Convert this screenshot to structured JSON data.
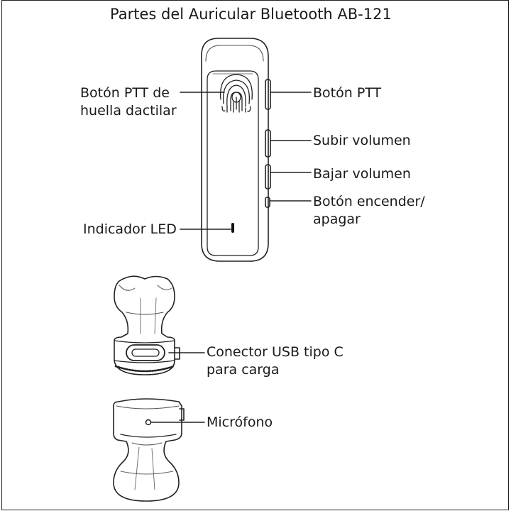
{
  "title": "Partes del Auricular Bluetooth AB-121",
  "labels": {
    "fingerprint_ptt_line1": "Botón PTT de",
    "fingerprint_ptt_line2": "huella dactilar",
    "ptt_button": "Botón PTT",
    "volume_up": "Subir volumen",
    "volume_down": "Bajar volumen",
    "power_line1": "Botón encender/",
    "power_line2": "apagar",
    "led_indicator": "Indicador LED",
    "usb_line1": "Conector USB tipo C",
    "usb_line2": "para carga",
    "microphone": "Micrófono"
  },
  "colors": {
    "line": "#222222",
    "detail": "#555555",
    "led": "#111111"
  }
}
